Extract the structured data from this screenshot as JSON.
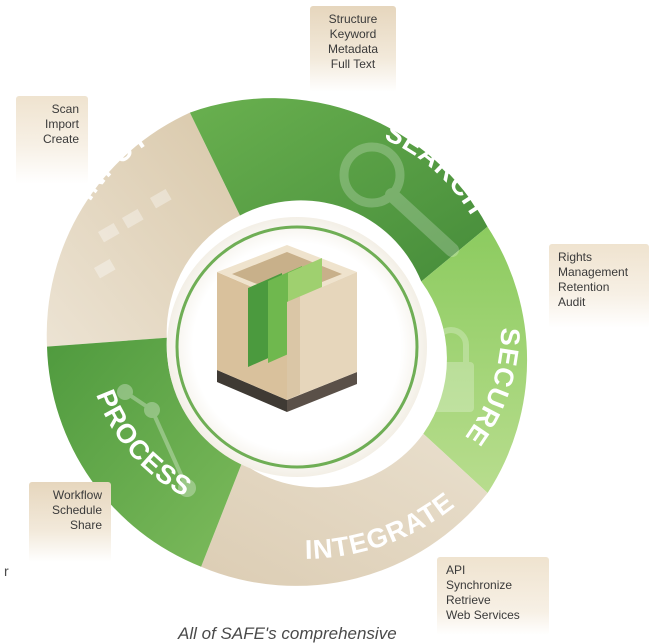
{
  "segments": [
    {
      "label": "SEARCH",
      "color": "#5fa64a"
    },
    {
      "label": "SECURE",
      "color": "#8cc763"
    },
    {
      "label": "INTEGRATE",
      "color": "#e2d6c3"
    },
    {
      "label": "PROCESS",
      "color": "#579c43"
    },
    {
      "label": "INPUT",
      "color": "#e0d2bc"
    }
  ],
  "callouts": {
    "input": [
      "Scan",
      "Import",
      "Create"
    ],
    "search": [
      "Structure",
      "Keyword",
      "Metadata",
      "Full Text"
    ],
    "secure": [
      "Rights",
      "Management",
      "Retention",
      "Audit"
    ],
    "process": [
      "Workflow",
      "Schedule",
      "Share"
    ],
    "integrate": [
      "API",
      "Synchronize",
      "Retrieve",
      "Web Services"
    ]
  },
  "caption": "All of SAFE's comprehensive",
  "stray_text": "r",
  "colors": {
    "green_dark": "#4c9440",
    "green_light": "#9fd06f",
    "tan": "#d8c7ab",
    "center_ring": "#6fae55"
  }
}
